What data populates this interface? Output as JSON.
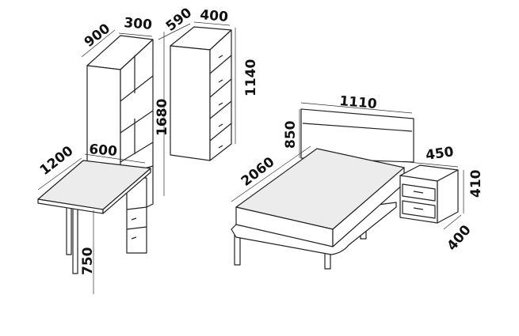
{
  "dimensions": {
    "shelf_width": "900",
    "shelf_depth": "300",
    "shelf_height": "1680",
    "chest_width": "590",
    "chest_depth": "400",
    "chest_height": "1140",
    "desk_width": "1200",
    "desk_depth": "600",
    "desk_height": "750",
    "bed_width": "1110",
    "bed_headboard_height": "850",
    "bed_length": "2060",
    "nightstand_width": "450",
    "nightstand_height": "410",
    "nightstand_depth": "400"
  }
}
